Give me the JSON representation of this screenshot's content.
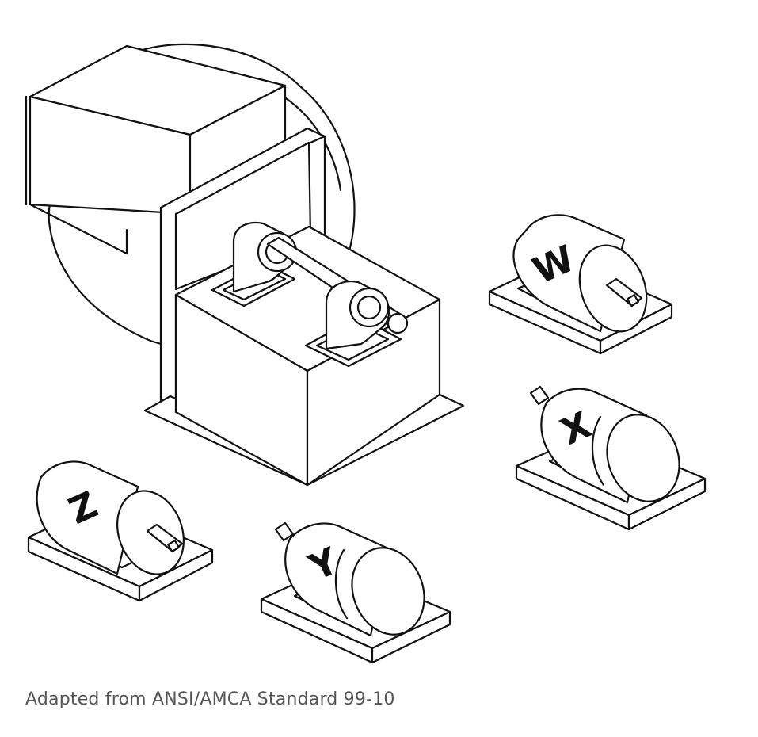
{
  "caption": "Adapted from ANSI/AMCA Standard 99-10",
  "motor_labels": {
    "w": "W",
    "x": "X",
    "y": "Y",
    "z": "Z"
  },
  "colors": {
    "line": "#111111",
    "fill": "#ffffff",
    "caption": "#555555"
  }
}
